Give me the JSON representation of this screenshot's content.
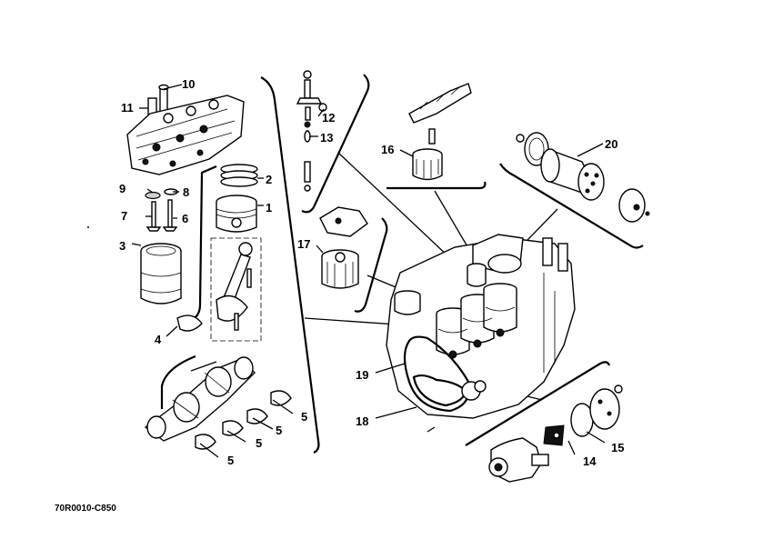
{
  "diagram": {
    "callouts": [
      {
        "id": "c1",
        "text": "1"
      },
      {
        "id": "c2",
        "text": "2"
      },
      {
        "id": "c3",
        "text": "3"
      },
      {
        "id": "c4",
        "text": "4"
      },
      {
        "id": "c5a",
        "text": "5"
      },
      {
        "id": "c5b",
        "text": "5"
      },
      {
        "id": "c5c",
        "text": "5"
      },
      {
        "id": "c5d",
        "text": "5"
      },
      {
        "id": "c6",
        "text": "6"
      },
      {
        "id": "c7",
        "text": "7"
      },
      {
        "id": "c8",
        "text": "8"
      },
      {
        "id": "c9",
        "text": "9"
      },
      {
        "id": "c10",
        "text": "10"
      },
      {
        "id": "c11",
        "text": "11"
      },
      {
        "id": "c12",
        "text": "12"
      },
      {
        "id": "c13",
        "text": "13"
      },
      {
        "id": "c14",
        "text": "14"
      },
      {
        "id": "c15",
        "text": "15"
      },
      {
        "id": "c16",
        "text": "16"
      },
      {
        "id": "c17",
        "text": "17"
      },
      {
        "id": "c18",
        "text": "18"
      },
      {
        "id": "c19",
        "text": "19"
      },
      {
        "id": "c20",
        "text": "20"
      }
    ],
    "drawing_code": "70R0010-C850"
  }
}
